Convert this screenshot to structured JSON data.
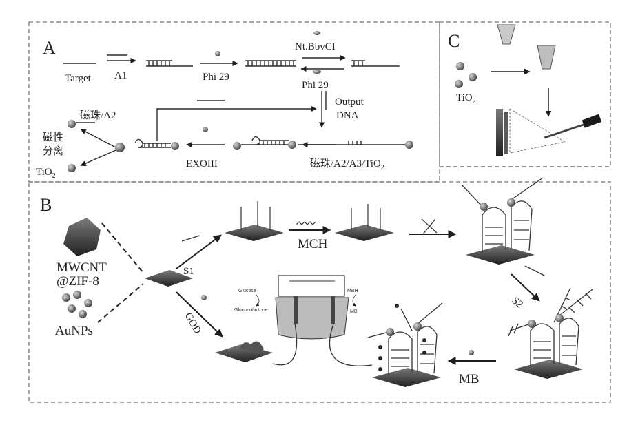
{
  "panels": {
    "a": {
      "letter": "A"
    },
    "b": {
      "letter": "B"
    },
    "c": {
      "letter": "C"
    }
  },
  "panel_a": {
    "target": "Target",
    "a1": "A1",
    "phi29_1": "Phi 29",
    "nbbvci": "Nt.BbvCI",
    "phi29_2": "Phi 29",
    "output_1": "Output",
    "output_2": "DNA",
    "beads_a2": "磁珠/A2",
    "mag_sep_1": "磁性",
    "mag_sep_2": "分离",
    "tio2": "TiO",
    "tio2_sub": "2",
    "exoiii": "EXOIII",
    "beads_a2a3": "磁珠/A2/A3/TiO",
    "beads_a2a3_sub": "2"
  },
  "panel_b": {
    "mwcnt_1": "MWCNT",
    "mwcnt_2": "@ZIF-8",
    "aunps": "AuNPs",
    "s1": "S1",
    "mch": "MCH",
    "s2": "S2",
    "mb": "MB",
    "god": "GOD",
    "device_glucose": "Glucose",
    "device_gluconolactone": "Gluconolactone",
    "device_mbh": "MBH",
    "device_mb": "MB"
  },
  "panel_c": {
    "tio2": "TiO",
    "tio2_sub": "2"
  },
  "colors": {
    "dash": "#888888",
    "line": "#2a2a2a",
    "bead": "#6a6a6a",
    "platform": "#3a3a3a"
  }
}
